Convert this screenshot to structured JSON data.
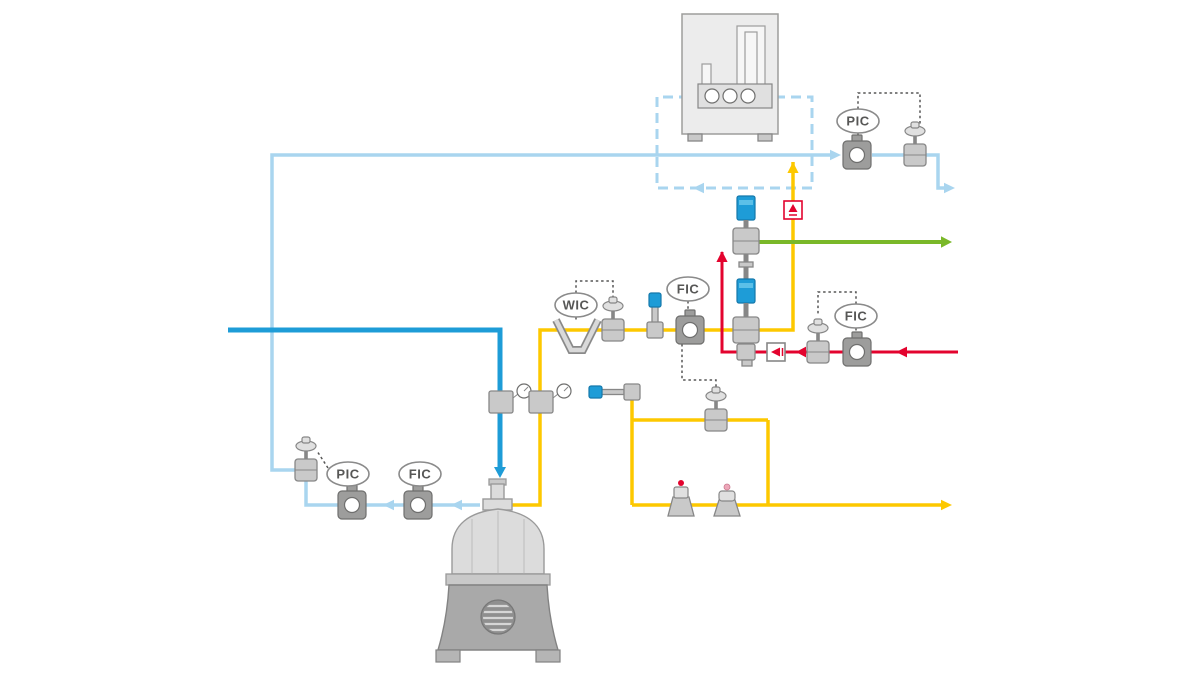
{
  "title": "process-flow-diagram",
  "colors": {
    "lightblue": "#a9d5ef",
    "blue": "#1e9cd7",
    "yellow": "#fdc800",
    "red": "#e3032e",
    "green": "#7ab829",
    "ctrl": "#575756",
    "equipment_light": "#e0e0e0",
    "equipment_mid": "#c9c9c9",
    "equipment_dark": "#9d9d9c",
    "outline": "#878787"
  },
  "instruments": {
    "pic_top_right": "PIC",
    "fic_right": "FIC",
    "fic_center": "FIC",
    "wic_center": "WIC",
    "pic_bottom_left": "PIC",
    "fic_bottom_left": "FIC"
  },
  "icons": {
    "machine": "process-machine",
    "separator": "centrifugal-separator",
    "flow_meter": "flow-meter",
    "control_valve": "control-valve",
    "valve_cluster": "valve-cluster",
    "check_valve": "check-valve",
    "pressure_gauge": "pressure-gauge",
    "sensor": "sensor-probe",
    "constant_pressure_valve": "constant-pressure-valve"
  }
}
